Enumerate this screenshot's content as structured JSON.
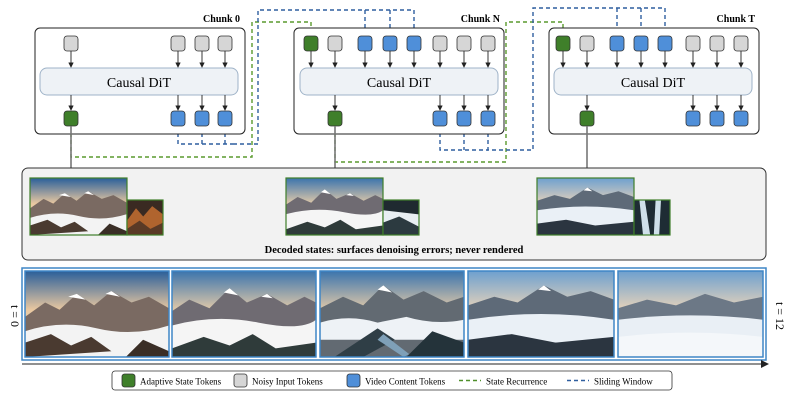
{
  "chunks": [
    {
      "title": "Chunk 0",
      "dit_label": "Causal DiT"
    },
    {
      "title": "Chunk N",
      "dit_label": "Causal DiT"
    },
    {
      "title": "Chunk T",
      "dit_label": "Causal DiT"
    }
  ],
  "decoded_caption": "Decoded states: surfaces denoising errors; never rendered",
  "timeline": {
    "start_label": "t = 0",
    "end_label": "t = 12"
  },
  "legend": [
    {
      "label": "Adaptive State Tokens",
      "kind": "swatch",
      "color": "#3f7f2a"
    },
    {
      "label": "Noisy Input Tokens",
      "kind": "swatch",
      "color": "#d6d6d6"
    },
    {
      "label": "Video Content Tokens",
      "kind": "swatch",
      "color": "#4f8fd9"
    },
    {
      "label": "State Recurrence",
      "kind": "dash",
      "color": "#4f8f2a"
    },
    {
      "label": "Sliding Window",
      "kind": "dash",
      "color": "#2f5f9f"
    }
  ],
  "colors": {
    "state": "#3f7f2a",
    "noisy": "#d6d6d6",
    "video": "#4f8fd9",
    "recurrence_line": "#5a9a2e",
    "window_line": "#2f5f9f",
    "panel_bg": "#f2f2f2",
    "dit_bg": "#eef2f6",
    "dit_border": "#9fb3c8",
    "frame_border": "#3f86c6"
  }
}
